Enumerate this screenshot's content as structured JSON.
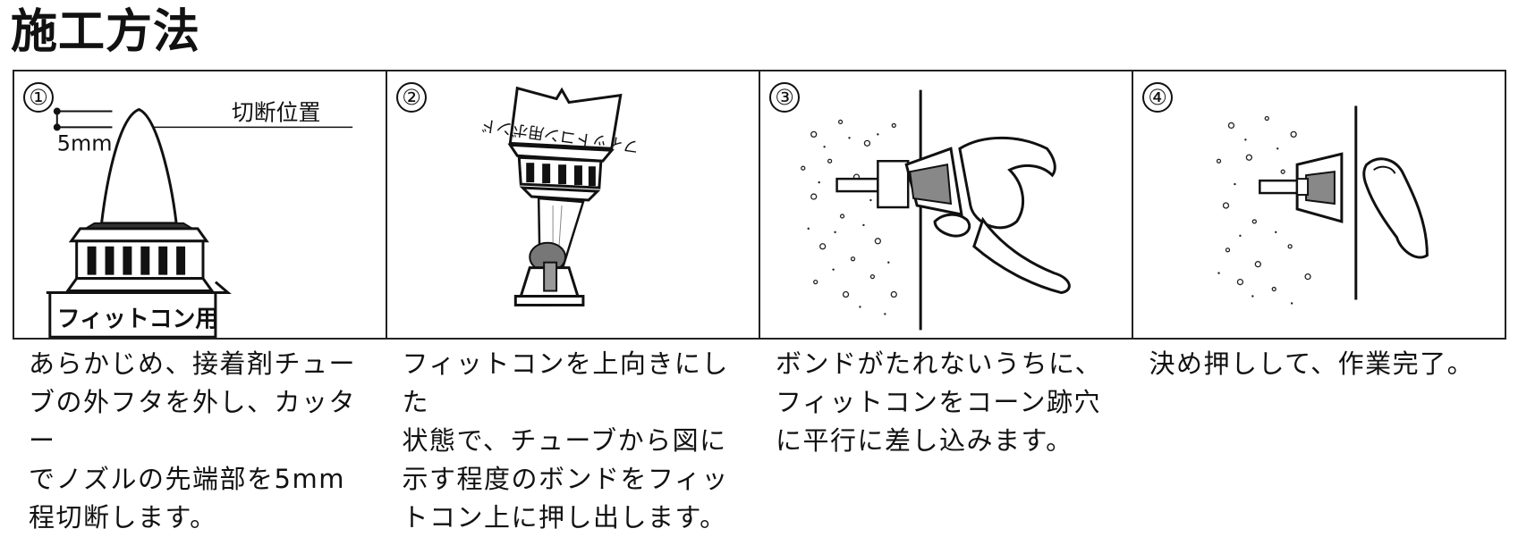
{
  "title": "施工方法",
  "steps": [
    {
      "number": "①",
      "diagram": {
        "cut_label": "切断位置",
        "measure_label": "5mm",
        "tube_label": "フィットコン用"
      },
      "description": "あらかじめ、接着剤チュー\nブの外フタを外し、カッター\nでノズルの先端部を5mm\n程切断します。"
    },
    {
      "number": "②",
      "diagram": {
        "tube_label": "フィットコン用ボンド"
      },
      "description": "フィットコンを上向きにした\n状態で、チューブから図に\n示す程度のボンドをフィッ\nトコン上に押し出します。"
    },
    {
      "number": "③",
      "description": "ボンドがたれないうちに、\nフィットコンをコーン跡穴\nに平行に差し込みます。"
    },
    {
      "number": "④",
      "description": "決め押しして、作業完了。"
    }
  ]
}
